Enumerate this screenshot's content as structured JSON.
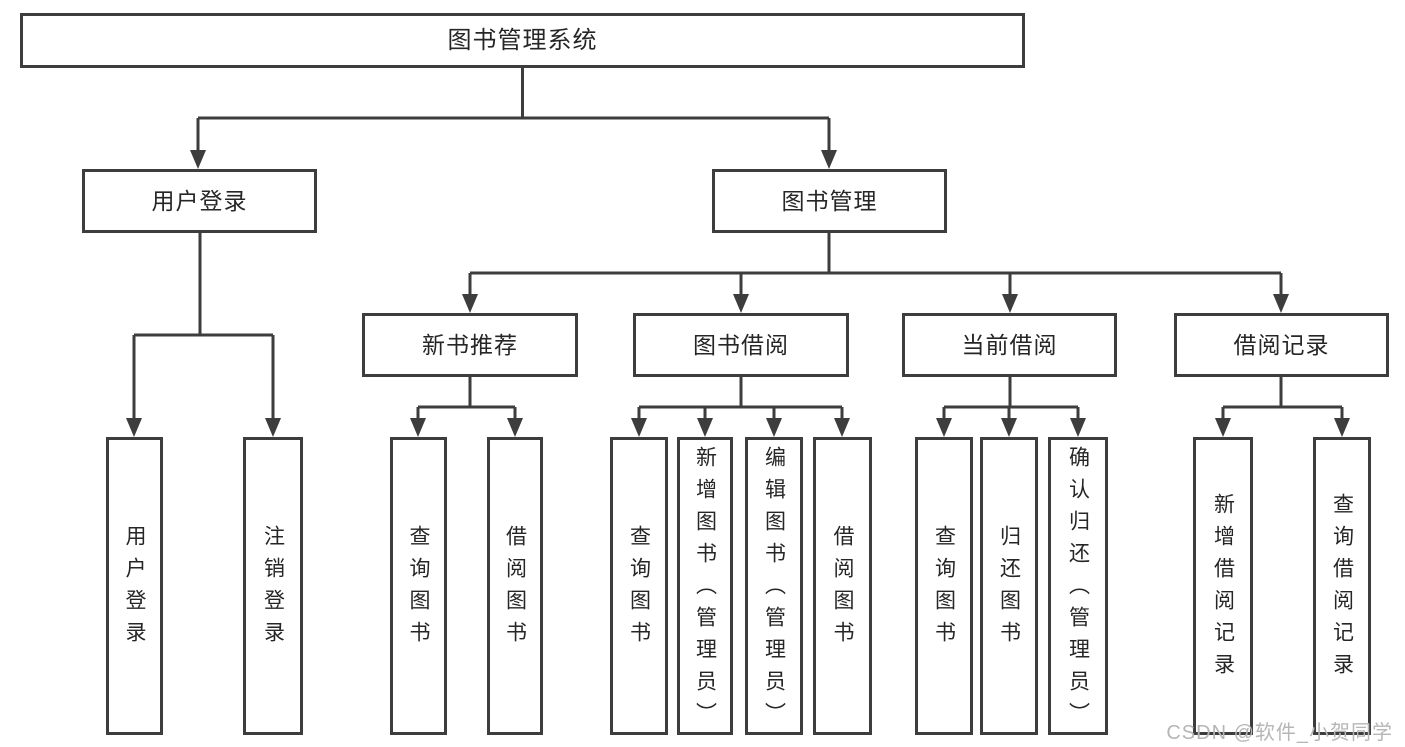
{
  "diagram": {
    "nodes": {
      "root": {
        "label": "图书管理系统"
      },
      "user_login": {
        "label": "用户登录"
      },
      "book_mgmt": {
        "label": "图书管理"
      },
      "new_book_rec": {
        "label": "新书推荐"
      },
      "book_borrow": {
        "label": "图书借阅"
      },
      "current_borrow": {
        "label": "当前借阅"
      },
      "borrow_records": {
        "label": "借阅记录"
      },
      "leaf_user_login": {
        "label": "用户登录"
      },
      "leaf_logout": {
        "label": "注销登录"
      },
      "leaf_rec_query": {
        "label": "查询图书"
      },
      "leaf_rec_borrow": {
        "label": "借阅图书"
      },
      "leaf_bb_query": {
        "label": "查询图书"
      },
      "leaf_bb_add": {
        "label": "新增图书（管理员）"
      },
      "leaf_bb_edit": {
        "label": "编辑图书（管理员）"
      },
      "leaf_bb_borrow": {
        "label": "借阅图书"
      },
      "leaf_cb_query": {
        "label": "查询图书"
      },
      "leaf_cb_return": {
        "label": "归还图书"
      },
      "leaf_cb_confirm": {
        "label": "确认归还（管理员）"
      },
      "leaf_br_add": {
        "label": "新增借阅记录"
      },
      "leaf_br_query": {
        "label": "查询借阅记录"
      }
    },
    "watermark": "CSDN @软件_小贺同学",
    "colors": {
      "line": "#3d3d3d",
      "text": "#262626",
      "watermark": "#b6b6b6",
      "background": "#ffffff"
    }
  }
}
